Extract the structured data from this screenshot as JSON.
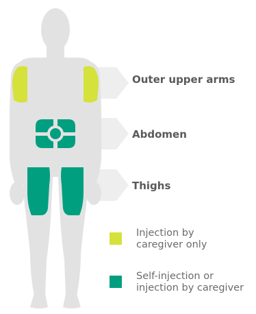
{
  "colors": {
    "body": "#e3e2e2",
    "pointer": "#eeeeee",
    "caregiver_only": "#d4e23b",
    "self_or_caregiver": "#009f80",
    "label_text": "#5a5a5a",
    "legend_text": "#6b6b6b"
  },
  "sites": [
    {
      "key": "arms",
      "label": "Outer upper arms",
      "access": "caregiver_only"
    },
    {
      "key": "abdomen",
      "label": "Abdomen",
      "access": "self_or_caregiver"
    },
    {
      "key": "thighs",
      "label": "Thighs",
      "access": "self_or_caregiver"
    }
  ],
  "legend": [
    {
      "key": "caregiver_only",
      "text_line1": "Injection by",
      "text_line2": "caregiver only"
    },
    {
      "key": "self_or_caregiver",
      "text_line1": "Self-injection or",
      "text_line2": "injection by caregiver"
    }
  ]
}
